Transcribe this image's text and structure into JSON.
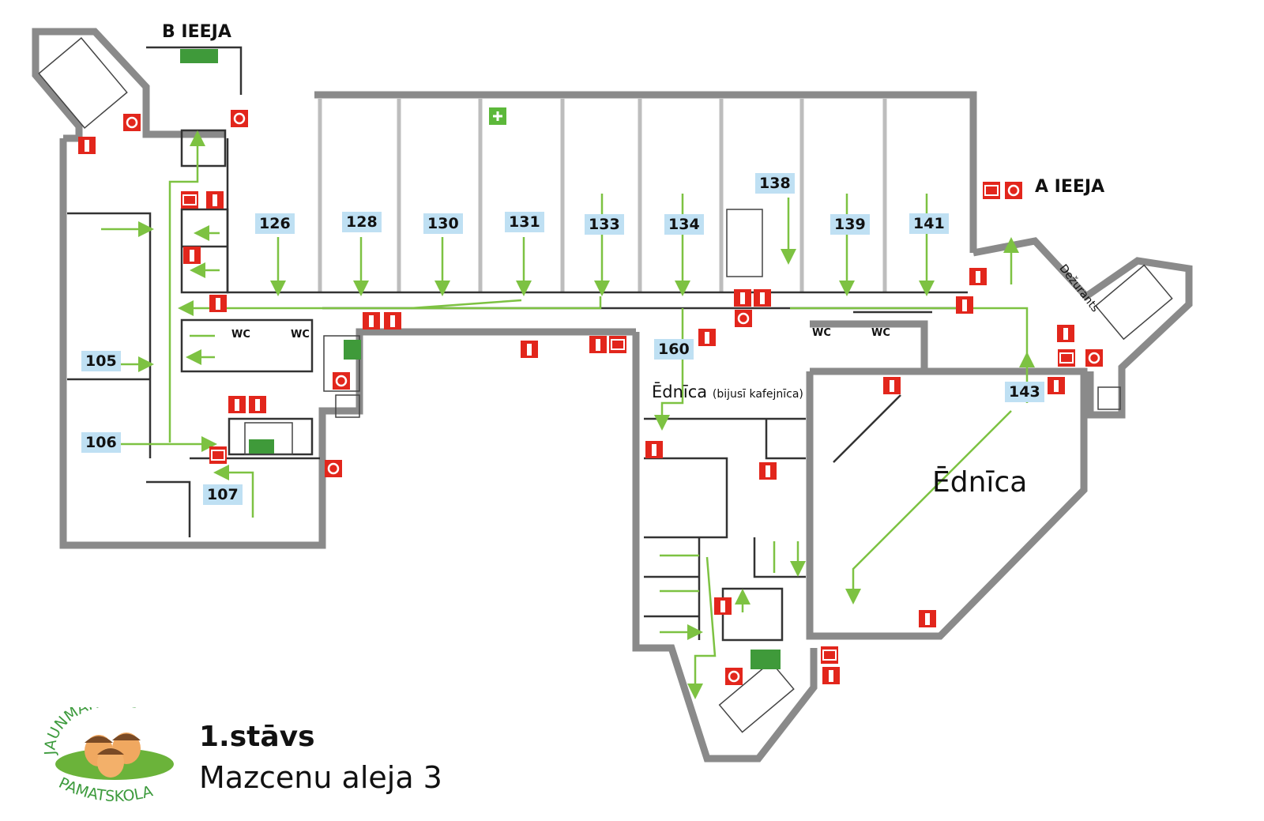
{
  "title": {
    "floor": "1.stāvs",
    "address": "Mazcenu aleja 3"
  },
  "entrances": {
    "b": "B  IEEJA",
    "a": "A  IEEJA"
  },
  "rooms": [
    "126",
    "128",
    "130",
    "131",
    "133",
    "134",
    "138",
    "139",
    "141",
    "105",
    "106",
    "107",
    "160",
    "143"
  ],
  "wc_labels": [
    "WC",
    "WC",
    "WC",
    "WC"
  ],
  "areas": {
    "canteen_small": "Ēdnīca",
    "canteen_small_note": "(bijusī kafejnīca)",
    "canteen_big": "Ēdnīca",
    "duty": "Dežurants"
  },
  "logo": {
    "top": "JAUNMĀRUPES",
    "bottom": "PAMATSKOLA"
  },
  "legend_icons": [
    "fire-extinguisher-icon",
    "fire-hose-icon",
    "fire-alarm-icon",
    "first-aid-icon",
    "evacuation-arrow-icon"
  ],
  "colors": {
    "route": "#7dc242",
    "safety": "#e2261c",
    "room_label": "#bfe0f3",
    "wall": "#8a8a8a"
  }
}
